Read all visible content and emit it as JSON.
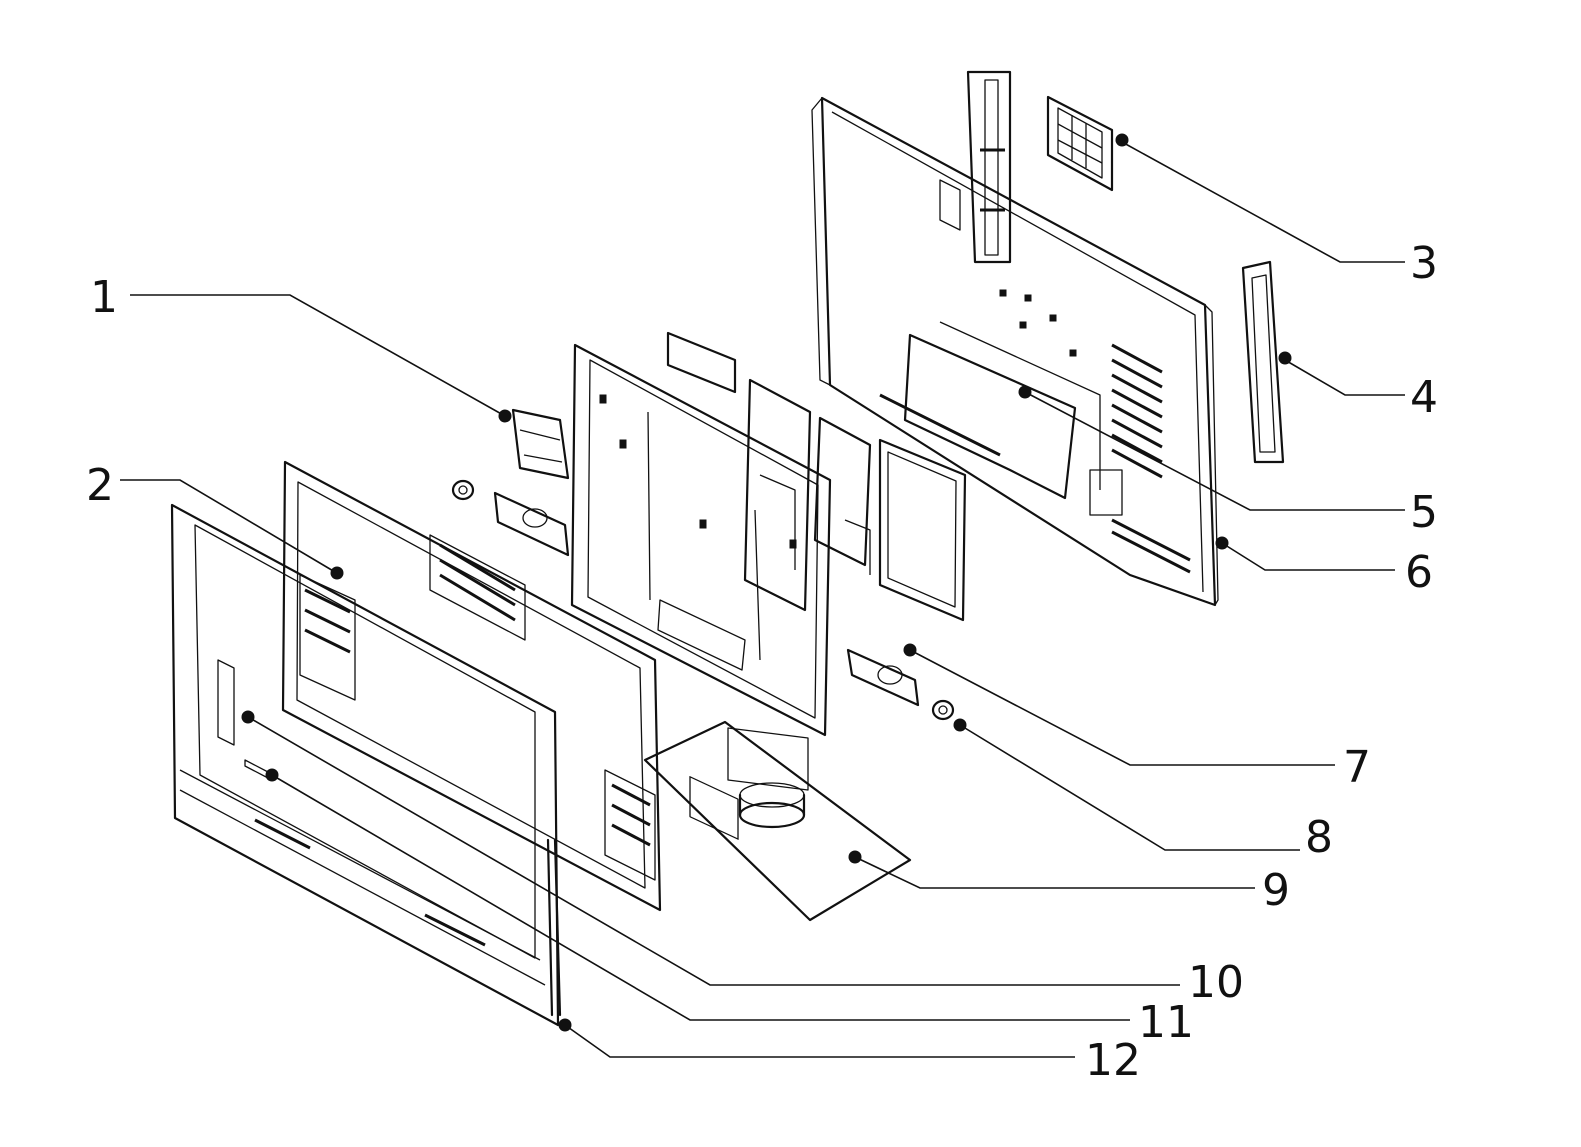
{
  "callouts": [
    {
      "id": "1",
      "label": "1"
    },
    {
      "id": "2",
      "label": "2"
    },
    {
      "id": "3",
      "label": "3"
    },
    {
      "id": "4",
      "label": "4"
    },
    {
      "id": "5",
      "label": "5"
    },
    {
      "id": "6",
      "label": "6"
    },
    {
      "id": "7",
      "label": "7"
    },
    {
      "id": "8",
      "label": "8"
    },
    {
      "id": "9",
      "label": "9"
    },
    {
      "id": "10",
      "label": "10"
    },
    {
      "id": "11",
      "label": "11"
    },
    {
      "id": "12",
      "label": "12"
    }
  ],
  "colors": {
    "ink": "#111111",
    "paper": "#ffffff"
  }
}
